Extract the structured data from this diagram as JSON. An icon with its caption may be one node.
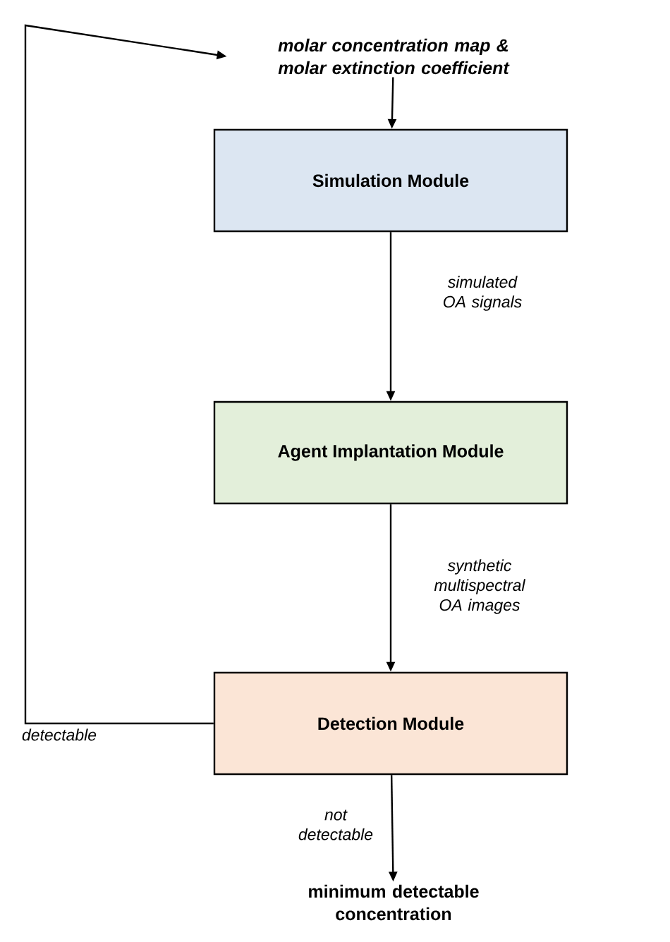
{
  "diagram": {
    "nodes": [
      {
        "text": [
          "molar concentration map & molar extinction coefficient"
        ]
      },
      {
        "text": [
          "Simulation Module"
        ]
      },
      {
        "text": [
          "Agent Implantation Module"
        ]
      },
      {
        "text": [
          "Detection Module"
        ]
      },
      {
        "text": [
          "minimum detectable concentration"
        ]
      }
    ],
    "edges": [
      {
        "from": 0,
        "to": 1,
        "arrow": "to"
      },
      {
        "from": 1,
        "to": 2,
        "arrow": "to",
        "label": "simulated OA signals"
      },
      {
        "from": 2,
        "to": 3,
        "arrow": "to",
        "label": "synthetic multispectral OA images"
      },
      {
        "from": 3,
        "to": 0,
        "arrow": "to",
        "label": "detectable"
      },
      {
        "from": 3,
        "to": 4,
        "arrow": "to",
        "label": "not detectable"
      }
    ]
  }
}
